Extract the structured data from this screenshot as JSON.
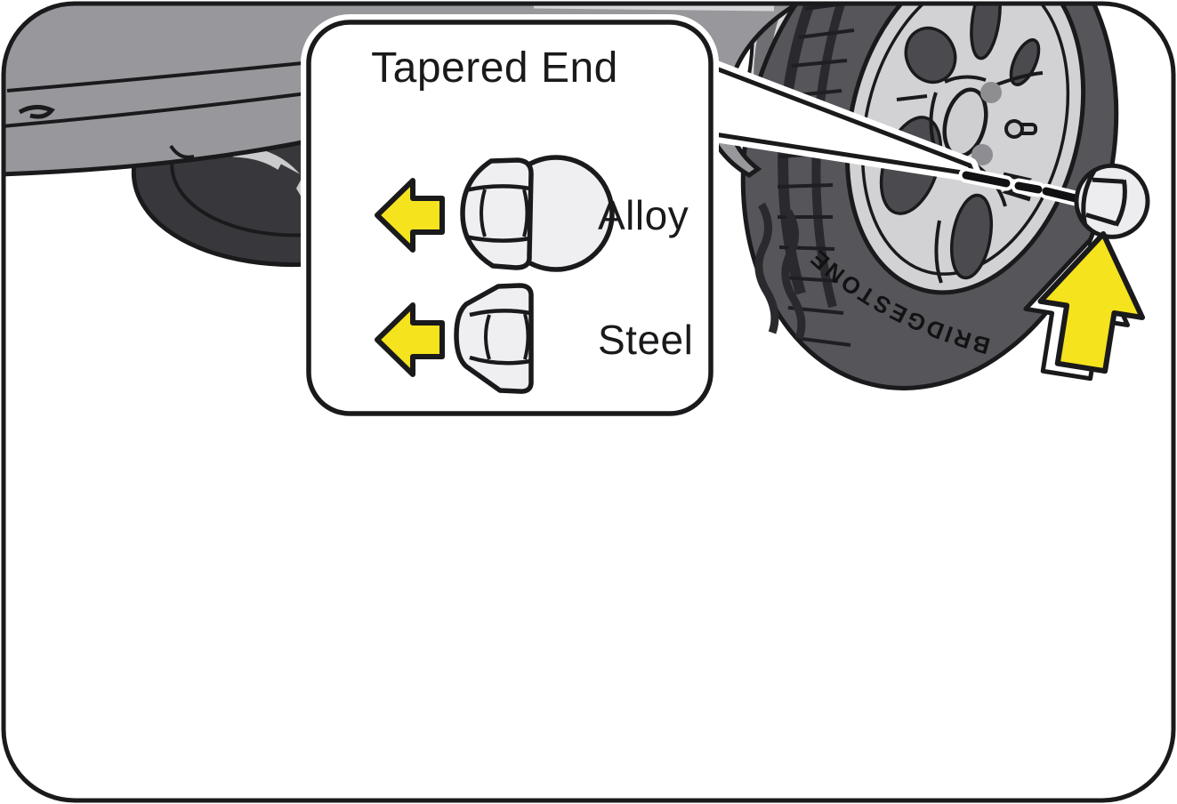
{
  "diagram": {
    "callout": {
      "title": "Tapered End",
      "items": [
        {
          "label": "Alloy",
          "icon": "alloy-nut-icon"
        },
        {
          "label": "Steel",
          "icon": "steel-nut-icon"
        }
      ]
    },
    "tire_brand": "BRIDGESTONE",
    "icons": [
      "left-arrow-icon",
      "left-arrow-icon",
      "up-arrow-icon",
      "lug-nut-icon",
      "alloy-nut-icon",
      "steel-nut-icon"
    ],
    "colors": {
      "highlight_yellow": "#F5E31E",
      "outline_black": "#1A1A1C",
      "body_gray": "#98989C",
      "wheel_face_gray": "#D2D2D5",
      "tire_dark_gray": "#55555A",
      "white": "#FFFFFF"
    }
  }
}
